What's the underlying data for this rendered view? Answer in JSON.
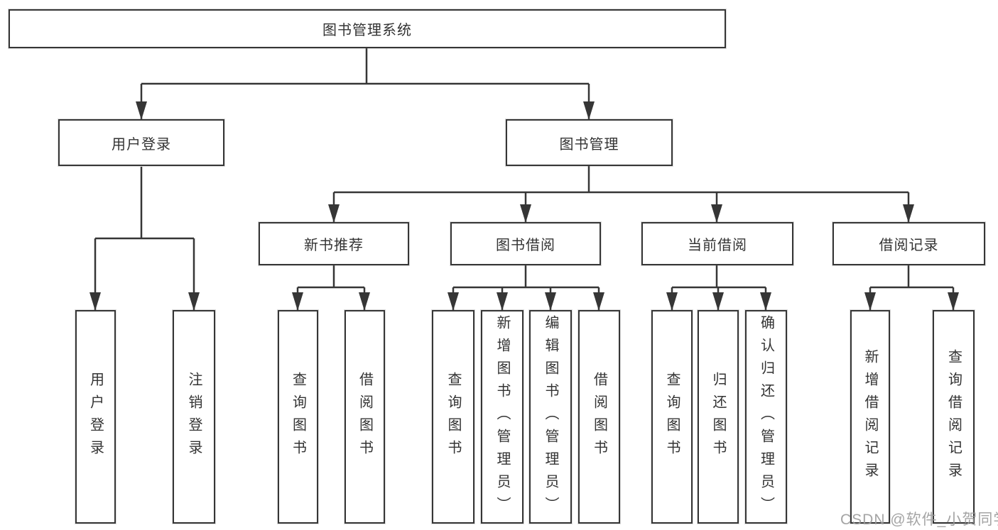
{
  "diagram": {
    "type": "hierarchy-tree",
    "colors": {
      "line": "#363636",
      "text": "#333333",
      "box_background": "#ffffff",
      "watermark": "#9b9b9b"
    },
    "root": {
      "label": "图书管理系统"
    },
    "level2": [
      {
        "label": "用户登录"
      },
      {
        "label": "图书管理"
      }
    ],
    "level3": [
      {
        "label": "新书推荐"
      },
      {
        "label": "图书借阅"
      },
      {
        "label": "当前借阅"
      },
      {
        "label": "借阅记录"
      }
    ],
    "leaves_user_login": [
      {
        "label": "用户登录"
      },
      {
        "label": "注销登录"
      }
    ],
    "leaves_new_books": [
      {
        "label": "查询图书"
      },
      {
        "label": "借阅图书"
      }
    ],
    "leaves_book_borrowing": [
      {
        "label": "查询图书"
      },
      {
        "label": "新增图书（管理员）"
      },
      {
        "label": "编辑图书（管理员）"
      },
      {
        "label": "借阅图书"
      }
    ],
    "leaves_current_borrowing": [
      {
        "label": "查询图书"
      },
      {
        "label": "归还图书"
      },
      {
        "label": "确认归还（管理员）"
      }
    ],
    "leaves_borrow_records": [
      {
        "label": "新增借阅记录"
      },
      {
        "label": "查询借阅记录"
      }
    ],
    "watermark": "CSDN @软件_小贺同学"
  }
}
